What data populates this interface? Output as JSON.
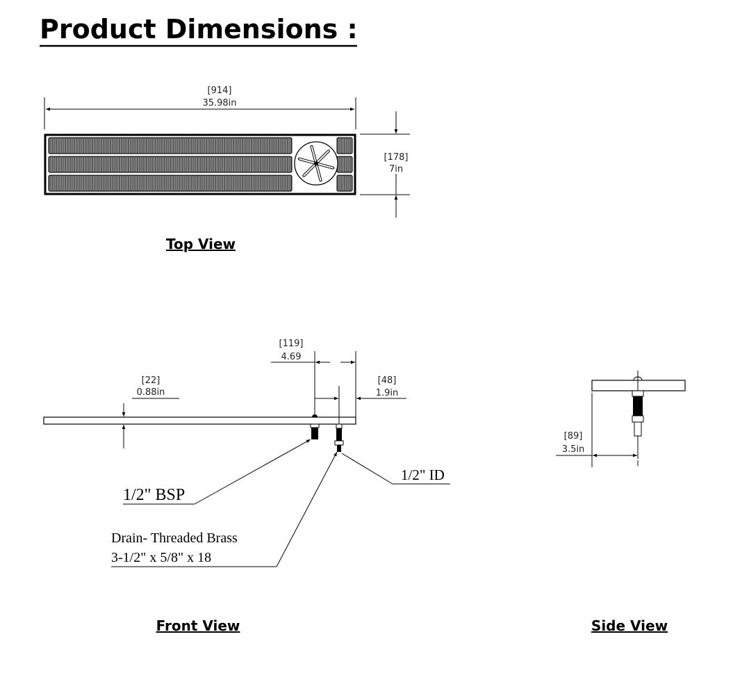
{
  "title": "Product Dimensions :",
  "top_view": {
    "label": "Top View",
    "length_mm": "[914]",
    "length_in": "35.98in",
    "width_mm": "[178]",
    "width_in": "7in"
  },
  "front_view": {
    "label": "Front View",
    "thickness_mm": "[22]",
    "thickness_in": "0.88in",
    "offset1_mm": "[119]",
    "offset1_in": "4.69",
    "offset2_mm": "[48]",
    "offset2_in": "1.9in",
    "note_bsp": "1/2\" BSP",
    "note_id": "1/2\" ID",
    "note_drain_1": "Drain- Threaded Brass",
    "note_drain_2": "3-1/2\" x 5/8\" x 18"
  },
  "side_view": {
    "label": "Side View",
    "depth_mm": "[89]",
    "depth_in": "3.5in"
  }
}
